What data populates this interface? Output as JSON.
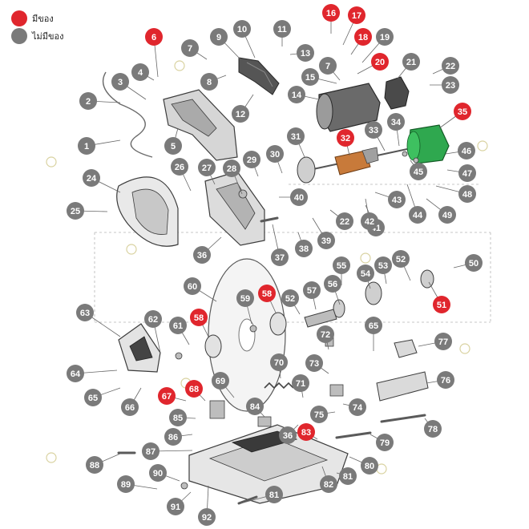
{
  "legend": {
    "available": {
      "label": "มีของ",
      "color": "#e0262d"
    },
    "unavailable": {
      "label": "ไม่มีของ",
      "color": "#7a7a7a"
    }
  },
  "colors": {
    "available": "#e0262d",
    "unavailable": "#7a7a7a",
    "line": "#555555",
    "part_stroke": "#3c3c3c",
    "stator_green": "#2fa84f",
    "armature_copper": "#c87a3a"
  },
  "callouts": [
    {
      "n": "1",
      "status": "unavailable"
    },
    {
      "n": "2",
      "status": "unavailable"
    },
    {
      "n": "3",
      "status": "unavailable"
    },
    {
      "n": "4",
      "status": "unavailable"
    },
    {
      "n": "5",
      "status": "unavailable"
    },
    {
      "n": "6",
      "status": "available"
    },
    {
      "n": "7",
      "status": "unavailable"
    },
    {
      "n": "7",
      "status": "unavailable"
    },
    {
      "n": "8",
      "status": "unavailable"
    },
    {
      "n": "9",
      "status": "unavailable"
    },
    {
      "n": "10",
      "status": "unavailable"
    },
    {
      "n": "11",
      "status": "unavailable"
    },
    {
      "n": "12",
      "status": "unavailable"
    },
    {
      "n": "13",
      "status": "unavailable"
    },
    {
      "n": "14",
      "status": "unavailable"
    },
    {
      "n": "15",
      "status": "unavailable"
    },
    {
      "n": "16",
      "status": "available"
    },
    {
      "n": "17",
      "status": "available"
    },
    {
      "n": "18",
      "status": "available"
    },
    {
      "n": "19",
      "status": "unavailable"
    },
    {
      "n": "20",
      "status": "available"
    },
    {
      "n": "21",
      "status": "unavailable"
    },
    {
      "n": "22",
      "status": "unavailable"
    },
    {
      "n": "22",
      "status": "unavailable"
    },
    {
      "n": "23",
      "status": "unavailable"
    },
    {
      "n": "24",
      "status": "unavailable"
    },
    {
      "n": "25",
      "status": "unavailable"
    },
    {
      "n": "26",
      "status": "unavailable"
    },
    {
      "n": "27",
      "status": "unavailable"
    },
    {
      "n": "28",
      "status": "unavailable"
    },
    {
      "n": "29",
      "status": "unavailable"
    },
    {
      "n": "30",
      "status": "unavailable"
    },
    {
      "n": "31",
      "status": "unavailable"
    },
    {
      "n": "32",
      "status": "available"
    },
    {
      "n": "33",
      "status": "unavailable"
    },
    {
      "n": "34",
      "status": "unavailable"
    },
    {
      "n": "35",
      "status": "available"
    },
    {
      "n": "36",
      "status": "unavailable"
    },
    {
      "n": "36",
      "status": "unavailable"
    },
    {
      "n": "37",
      "status": "unavailable"
    },
    {
      "n": "38",
      "status": "unavailable"
    },
    {
      "n": "39",
      "status": "unavailable"
    },
    {
      "n": "40",
      "status": "unavailable"
    },
    {
      "n": "41",
      "status": "unavailable"
    },
    {
      "n": "42",
      "status": "unavailable"
    },
    {
      "n": "43",
      "status": "unavailable"
    },
    {
      "n": "44",
      "status": "unavailable"
    },
    {
      "n": "45",
      "status": "unavailable"
    },
    {
      "n": "46",
      "status": "unavailable"
    },
    {
      "n": "47",
      "status": "unavailable"
    },
    {
      "n": "48",
      "status": "unavailable"
    },
    {
      "n": "49",
      "status": "unavailable"
    },
    {
      "n": "50",
      "status": "unavailable"
    },
    {
      "n": "51",
      "status": "available"
    },
    {
      "n": "52",
      "status": "unavailable"
    },
    {
      "n": "52",
      "status": "unavailable"
    },
    {
      "n": "53",
      "status": "unavailable"
    },
    {
      "n": "54",
      "status": "unavailable"
    },
    {
      "n": "55",
      "status": "unavailable"
    },
    {
      "n": "56",
      "status": "unavailable"
    },
    {
      "n": "57",
      "status": "unavailable"
    },
    {
      "n": "58",
      "status": "available"
    },
    {
      "n": "58",
      "status": "available"
    },
    {
      "n": "59",
      "status": "unavailable"
    },
    {
      "n": "60",
      "status": "unavailable"
    },
    {
      "n": "61",
      "status": "unavailable"
    },
    {
      "n": "62",
      "status": "unavailable"
    },
    {
      "n": "63",
      "status": "unavailable"
    },
    {
      "n": "64",
      "status": "unavailable"
    },
    {
      "n": "65",
      "status": "unavailable"
    },
    {
      "n": "65",
      "status": "unavailable"
    },
    {
      "n": "66",
      "status": "unavailable"
    },
    {
      "n": "67",
      "status": "available"
    },
    {
      "n": "68",
      "status": "available"
    },
    {
      "n": "69",
      "status": "unavailable"
    },
    {
      "n": "70",
      "status": "unavailable"
    },
    {
      "n": "71",
      "status": "unavailable"
    },
    {
      "n": "72",
      "status": "unavailable"
    },
    {
      "n": "73",
      "status": "unavailable"
    },
    {
      "n": "74",
      "status": "unavailable"
    },
    {
      "n": "75",
      "status": "unavailable"
    },
    {
      "n": "76",
      "status": "unavailable"
    },
    {
      "n": "77",
      "status": "unavailable"
    },
    {
      "n": "78",
      "status": "unavailable"
    },
    {
      "n": "79",
      "status": "unavailable"
    },
    {
      "n": "80",
      "status": "unavailable"
    },
    {
      "n": "81",
      "status": "unavailable"
    },
    {
      "n": "81",
      "status": "unavailable"
    },
    {
      "n": "82",
      "status": "unavailable"
    },
    {
      "n": "83",
      "status": "available"
    },
    {
      "n": "84",
      "status": "unavailable"
    },
    {
      "n": "85",
      "status": "unavailable"
    },
    {
      "n": "86",
      "status": "unavailable"
    },
    {
      "n": "87",
      "status": "unavailable"
    },
    {
      "n": "88",
      "status": "unavailable"
    },
    {
      "n": "89",
      "status": "unavailable"
    },
    {
      "n": "90",
      "status": "unavailable"
    },
    {
      "n": "91",
      "status": "unavailable"
    },
    {
      "n": "92",
      "status": "unavailable"
    }
  ]
}
